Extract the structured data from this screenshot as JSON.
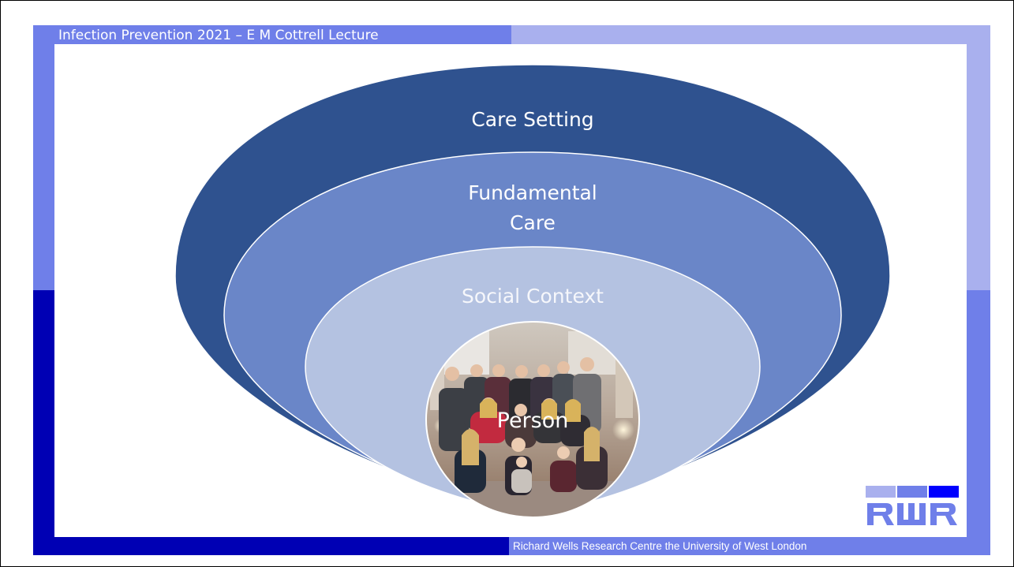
{
  "slide": {
    "header": "Infection Prevention 2021 – E M Cottrell Lecture",
    "footer": "Richard Wells Research Centre the University of West London"
  },
  "diagram": {
    "layers": [
      {
        "label": "Care Setting",
        "color": "#2f528f"
      },
      {
        "label": "Fundamental Care",
        "label_lines": [
          "Fundamental",
          "Care"
        ],
        "color": "#6a86c8"
      },
      {
        "label": "Social Context",
        "color": "#b4c2e1"
      },
      {
        "label": "Person",
        "image": "family-group-photo"
      }
    ]
  },
  "logo": {
    "text": "RWR",
    "colors": [
      "#a9b0ee",
      "#6f7fe9",
      "#0000ff"
    ]
  },
  "colors": {
    "frame_light": "#a9b0ee",
    "frame_mid": "#6f7fe9",
    "frame_dark": "#0000b4"
  }
}
